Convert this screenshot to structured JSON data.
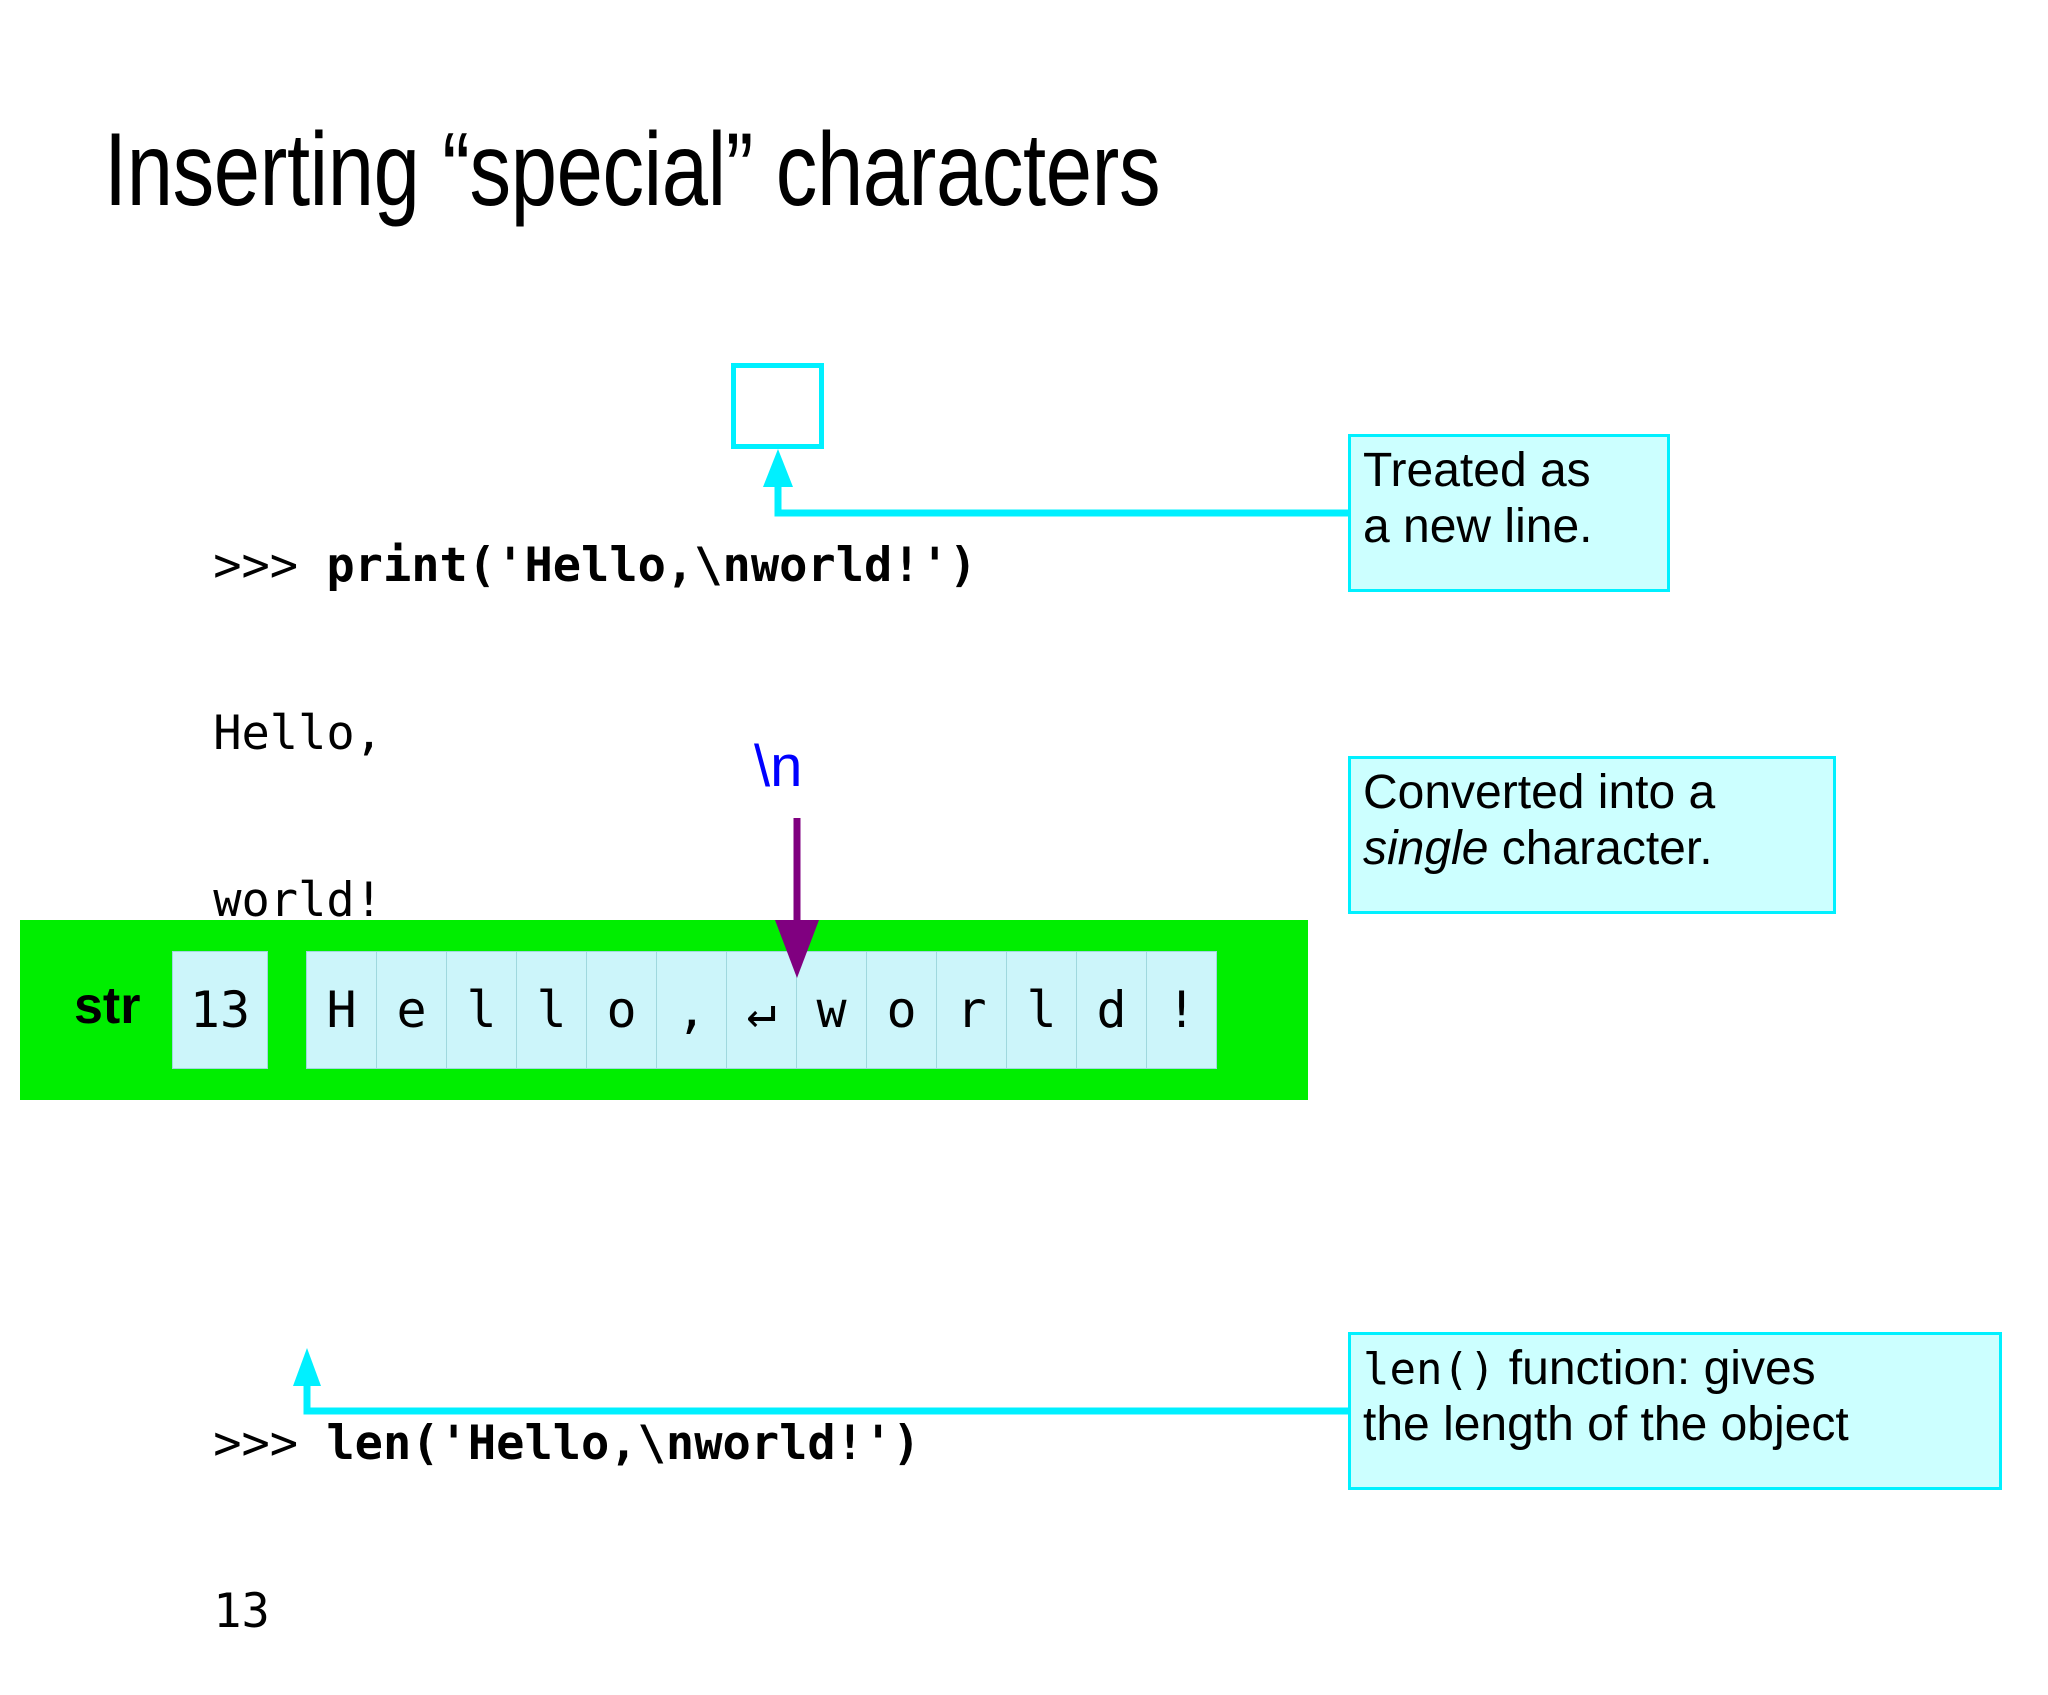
{
  "slide": {
    "title": "Inserting “special” characters",
    "background_color": "#ffffff"
  },
  "colors": {
    "callout_fill": "#ccffff",
    "callout_border": "#00f0ff",
    "object_fill": "#00ee00",
    "cell_fill": "#ccf5fa",
    "cell_border": "#9fd8de",
    "escape_label": "#0000ff",
    "escape_arrow": "#800080",
    "connector": "#00f0ff",
    "text": "#000000"
  },
  "code_print": {
    "lines": [
      {
        "prompt": ">>> ",
        "code": "print('Hello,\\nworld!')",
        "bold": true
      },
      {
        "prompt": "",
        "code": "Hello,",
        "bold": false
      },
      {
        "prompt": "",
        "code": "world!",
        "bold": false
      }
    ],
    "full_text": ">>> print('Hello,\\nworld!')\nHello,\nworld!"
  },
  "code_len": {
    "lines": [
      {
        "prompt": ">>> ",
        "code": "len('Hello,\\nworld!')",
        "bold": true
      },
      {
        "prompt": "",
        "code": "13",
        "bold": false
      }
    ],
    "full_text": ">>> len('Hello,\\nworld!')\n13"
  },
  "highlight": {
    "target_text": "\\n",
    "label": "highlighted escape sequence"
  },
  "callouts": [
    {
      "id": "newline",
      "lines": [
        "Treated as",
        "a new line."
      ]
    },
    {
      "id": "single",
      "line1": "Converted into a",
      "line2_italic": "single",
      "line2_rest": " character."
    },
    {
      "id": "len",
      "line1_mono": "len()",
      "line1_rest": " function: gives",
      "line2": "the length of the object"
    }
  ],
  "escape_annotation": {
    "label": "\\n",
    "arrow_direction": "down"
  },
  "string_object": {
    "type_label": "str",
    "length": "13",
    "characters": [
      "H",
      "e",
      "l",
      "l",
      "o",
      ",",
      "↵",
      "w",
      "o",
      "r",
      "l",
      "d",
      "!"
    ],
    "newline_glyph": "↵"
  }
}
